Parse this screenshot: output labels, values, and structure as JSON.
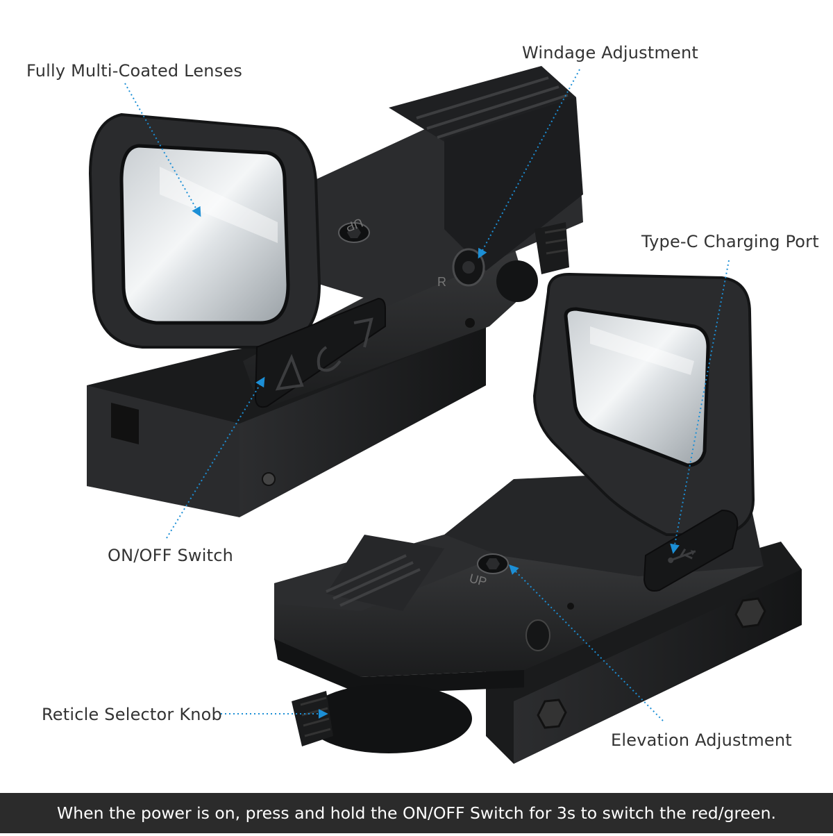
{
  "callouts": {
    "lenses": "Fully Multi-Coated Lenses",
    "windage": "Windage Adjustment",
    "charging": "Type-C Charging Port",
    "switch": "ON/OFF Switch",
    "reticle": "Reticle Selector Knob",
    "elevation": "Elevation Adjustment"
  },
  "engraving": {
    "up_top": "UP",
    "up_bottom": "UP",
    "r_mark": "R"
  },
  "footer": {
    "note": "When the power is on, press and hold the ON/OFF Switch for 3s to switch the red/green."
  },
  "colors": {
    "body": "#232425",
    "body_dark": "#141515",
    "callout_blue": "#1c8fd6",
    "footer_bg": "#2b2b2b"
  },
  "icons": [
    "usb-icon",
    "arrow-icon",
    "hex-screw-icon"
  ]
}
